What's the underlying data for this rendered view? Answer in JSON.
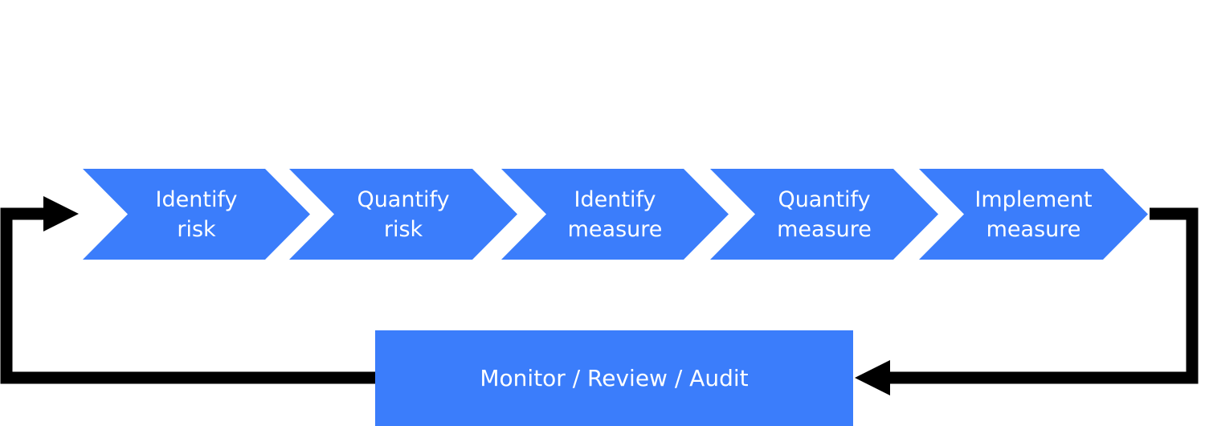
{
  "steps": [
    {
      "line1": "Identify",
      "line2": "risk"
    },
    {
      "line1": "Quantify",
      "line2": "risk"
    },
    {
      "line1": "Identify",
      "line2": "measure"
    },
    {
      "line1": "Quantify",
      "line2": "measure"
    },
    {
      "line1": "Implement",
      "line2": "measure"
    }
  ],
  "feedback_box": {
    "label": "Monitor / Review / Audit"
  },
  "colors": {
    "step_fill": "#3b7dfb",
    "step_text": "#ffffff",
    "connector": "#000000"
  }
}
